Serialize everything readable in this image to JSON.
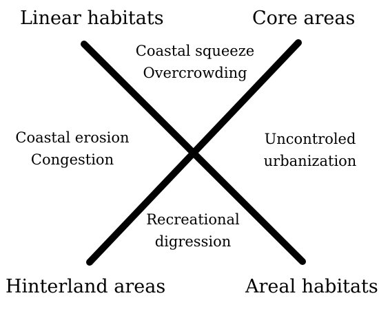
{
  "corners": {
    "top_left": "Linear habitats",
    "top_right": "Core areas",
    "bottom_left": "Hinterland areas",
    "bottom_right": "Areal habitats"
  },
  "quadrants": {
    "top": [
      "Coastal squeeze",
      "Overcrowding"
    ],
    "left": [
      "Coastal erosion",
      "Congestion"
    ],
    "right": [
      "Uncontroled",
      "urbanization"
    ],
    "bottom": [
      "Recreational",
      "digression"
    ]
  },
  "colors": {
    "lines": "#000000",
    "text": "#000000",
    "background": "#ffffff"
  }
}
